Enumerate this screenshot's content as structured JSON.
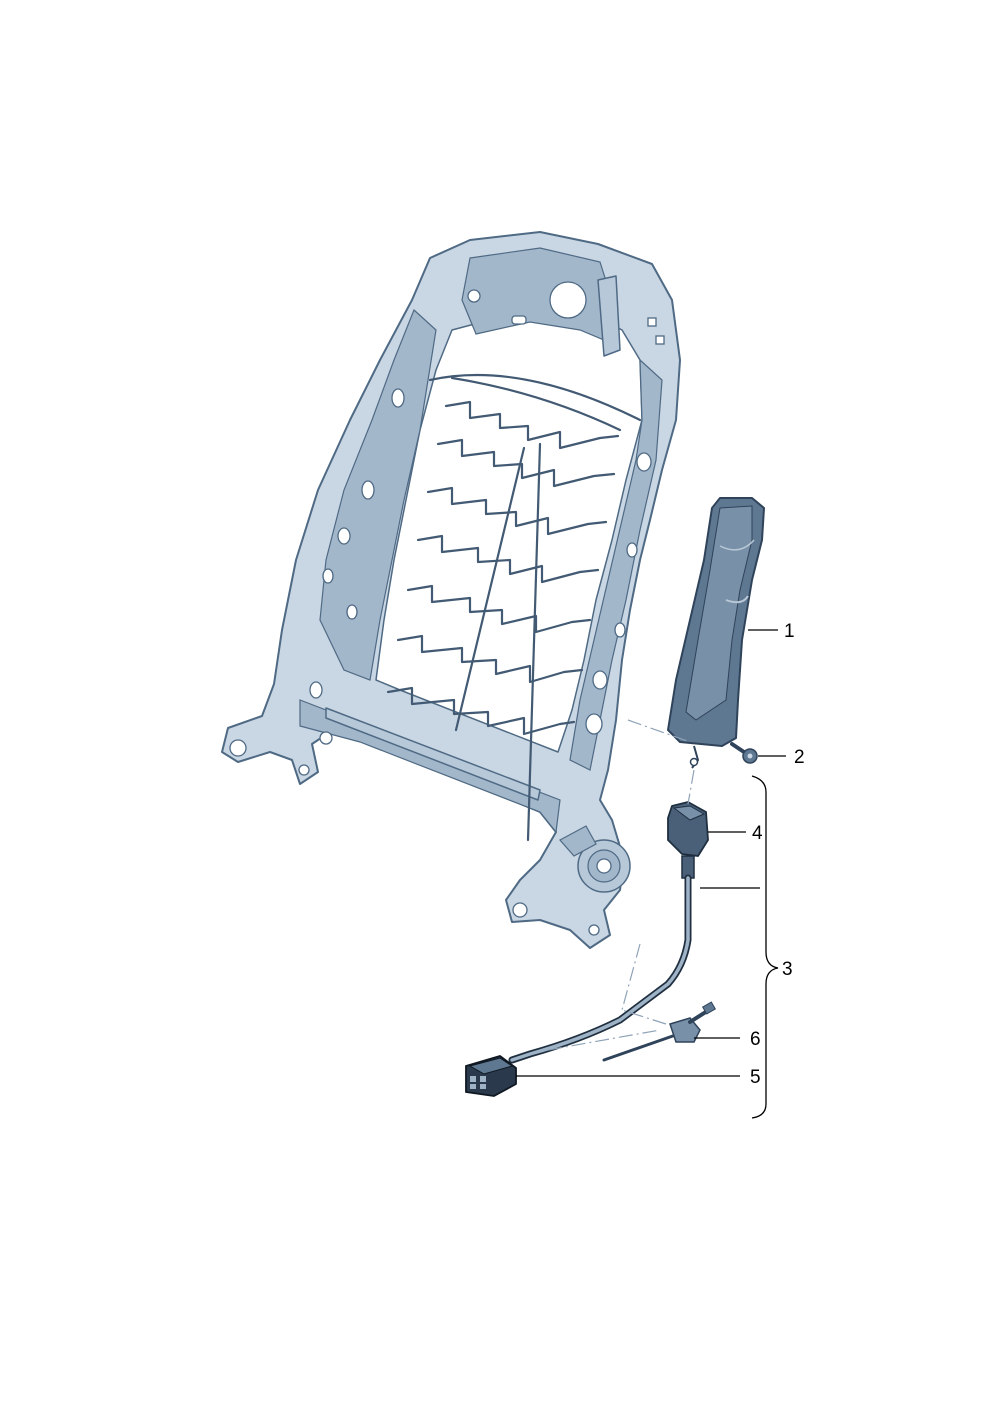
{
  "callouts": [
    {
      "id": "1",
      "label": "1",
      "part": "airbag-module"
    },
    {
      "id": "2",
      "label": "2",
      "part": "screw"
    },
    {
      "id": "3",
      "label": "3",
      "part": "wiring-harness-assembly"
    },
    {
      "id": "4",
      "label": "4",
      "part": "airbag-connector"
    },
    {
      "id": "5",
      "label": "5",
      "part": "harness-plug"
    },
    {
      "id": "6",
      "label": "6",
      "part": "cable-tie"
    }
  ],
  "colors": {
    "frame_fill": "#c9d6e3",
    "frame_stroke": "#4f6a84",
    "airbag_fill": "#5f7891",
    "line": "#000000"
  }
}
